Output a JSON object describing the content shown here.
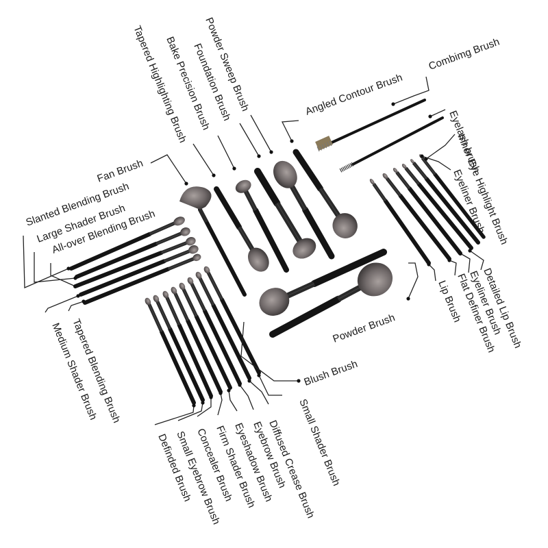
{
  "brushes": [
    {
      "id": "combing-brush",
      "label": "Combimg Brush"
    },
    {
      "id": "eyelash-brush",
      "label": "Eyelash brush"
    },
    {
      "id": "inner-eye-highlight-brush",
      "label": "Inner Eye Highlight Brush"
    },
    {
      "id": "eyeliner-brush-top",
      "label": "Eyeliner Brush"
    },
    {
      "id": "detailed-lip-brush",
      "label": "Detailed Lip Brush"
    },
    {
      "id": "eyeliner-brush-bottom",
      "label": "Eyeliner Brush"
    },
    {
      "id": "flat-definer-brush",
      "label": "Flat Definer Brush"
    },
    {
      "id": "lip-brush",
      "label": "Lip Brush"
    },
    {
      "id": "powder-brush",
      "label": "Powder Brush"
    },
    {
      "id": "blush-brush",
      "label": "Blush Brush"
    },
    {
      "id": "small-shader-brush",
      "label": "Small Shader Brush"
    },
    {
      "id": "diffused-crease-brush",
      "label": "Diffused Crease Brush"
    },
    {
      "id": "eyebrow-brush",
      "label": "Eyebrow Brush"
    },
    {
      "id": "eyeshadow-brush",
      "label": "Eyeshadow Brush"
    },
    {
      "id": "firm-shader-brush",
      "label": "Firm Shader Brush"
    },
    {
      "id": "concealer-brush",
      "label": "Concealer Brush"
    },
    {
      "id": "small-eyebrow-brush",
      "label": "Small Eyebrow Brush"
    },
    {
      "id": "definded-brush",
      "label": "Definded Brush"
    },
    {
      "id": "tapered-blending-brush",
      "label": "Tapered Blending Brush"
    },
    {
      "id": "medium-shader-brush",
      "label": "Medium Shader Brush"
    },
    {
      "id": "slanted-blending-brush",
      "label": "Slanted Blending Brush"
    },
    {
      "id": "large-shader-brush",
      "label": "Large Shader Brush"
    },
    {
      "id": "all-over-blending-brush",
      "label": "All-over Blending Brush"
    },
    {
      "id": "fan-brush",
      "label": "Fan Brush"
    },
    {
      "id": "tapered-highlighting-brush",
      "label": "Tapered Highlighting Brush"
    },
    {
      "id": "bake-precision-brush",
      "label": "Bake Precision Brush"
    },
    {
      "id": "foundation-brush",
      "label": "Foundation Brush"
    },
    {
      "id": "powder-sweep-brush",
      "label": "Powder Sweep Brush"
    },
    {
      "id": "angled-contour-brush",
      "label": "Angled Contour Brush"
    }
  ],
  "colors": {
    "background": "#ffffff",
    "handle": "#141414",
    "ferrule": "#2a2a2a",
    "bristle": "#6b6464",
    "bristle_tip": "#a59c9a",
    "text": "#1a1a1a"
  }
}
